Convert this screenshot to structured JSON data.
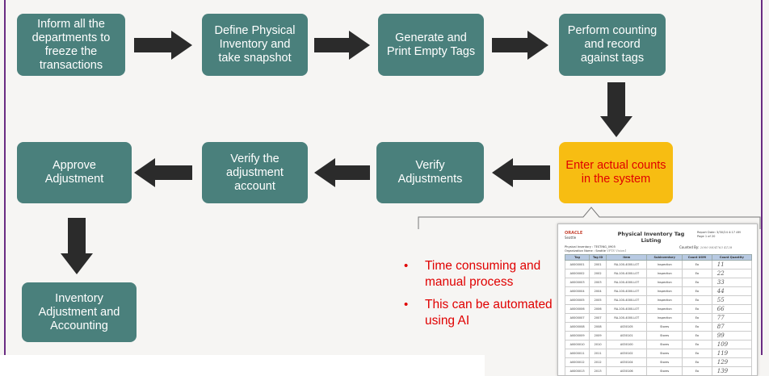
{
  "steps": [
    {
      "id": "inform",
      "label": "Inform all the departments to freeze the transactions"
    },
    {
      "id": "define",
      "label": "Define Physical Inventory and take snapshot"
    },
    {
      "id": "generate",
      "label": "Generate and Print Empty Tags"
    },
    {
      "id": "perform",
      "label": "Perform counting and record against tags"
    },
    {
      "id": "enter",
      "label": "Enter actual counts in the system",
      "highlight": true
    },
    {
      "id": "verify-adj",
      "label": "Verify Adjustments"
    },
    {
      "id": "verify-account",
      "label": "Verify the adjustment account"
    },
    {
      "id": "approve",
      "label": "Approve Adjustment"
    },
    {
      "id": "inventory",
      "label": "Inventory Adjustment and Accounting"
    }
  ],
  "colors": {
    "step_fill": "#4a807c",
    "highlight_fill": "#f7bd12",
    "highlight_text": "#e00000",
    "arrow": "#2b2b2b",
    "border_line": "#6a2c83",
    "bullet_text": "#e00000"
  },
  "notes": [
    {
      "text": "Time consuming and manual process"
    },
    {
      "text": "This can be automated using AI"
    }
  ],
  "document": {
    "logo": "ORACLE",
    "logo_sub": "Seattle",
    "title": "Physical Inventory Tag Listing",
    "report_date_label": "Report Date:",
    "report_date_value": "3/30/24 4:17 AM",
    "page_label": "Page 1 of 20",
    "physical_inventory_label": "Physical Inventory :",
    "physical_inventory_value": "TESTING_0905",
    "organization_label": "Organization Name :",
    "organization_value": "Seattle",
    "handwritten_org": "VPTS Vision1",
    "counted_by_label": "Counted By:",
    "counted_by_value": "2000 M04763 4128",
    "columns": [
      "Tag",
      "Tag ID",
      "Item",
      "Subinventory",
      "Count UOM",
      "Count Quantity"
    ],
    "rows": [
      [
        "A0000001",
        "2001",
        "RA-100-4000-LOT",
        "Inspection",
        "Ea",
        "11"
      ],
      [
        "A0000002",
        "2002",
        "RA-100-4000-LOT",
        "Inspection",
        "Ea",
        "22"
      ],
      [
        "A0000003",
        "2003",
        "RA-100-4000-LOT",
        "Inspection",
        "Ea",
        "33"
      ],
      [
        "A0000004",
        "2004",
        "RA-100-4000-LOT",
        "Inspection",
        "Ea",
        "44"
      ],
      [
        "A0000005",
        "2005",
        "RA-100-4000-LOT",
        "Inspection",
        "Ea",
        "55"
      ],
      [
        "A0000006",
        "2006",
        "RA-100-4000-LOT",
        "Inspection",
        "Ea",
        "66"
      ],
      [
        "A0000007",
        "2007",
        "RA-100-4000-LOT",
        "Inspection",
        "Ea",
        "77"
      ],
      [
        "A0000008",
        "2008",
        "AS50105",
        "Stores",
        "Ea",
        "87"
      ],
      [
        "A0000009",
        "2009",
        "AS50101",
        "Stores",
        "Ea",
        "99"
      ],
      [
        "A0000010",
        "2010",
        "AS50100",
        "Stores",
        "Ea",
        "109"
      ],
      [
        "A0000011",
        "2011",
        "AS50102",
        "Stores",
        "Ea",
        "119"
      ],
      [
        "A0000012",
        "2012",
        "AS50104",
        "Stores",
        "Ea",
        "129"
      ],
      [
        "A0000013",
        "2013",
        "AS50106",
        "Stores",
        "Ea",
        "139"
      ]
    ]
  }
}
